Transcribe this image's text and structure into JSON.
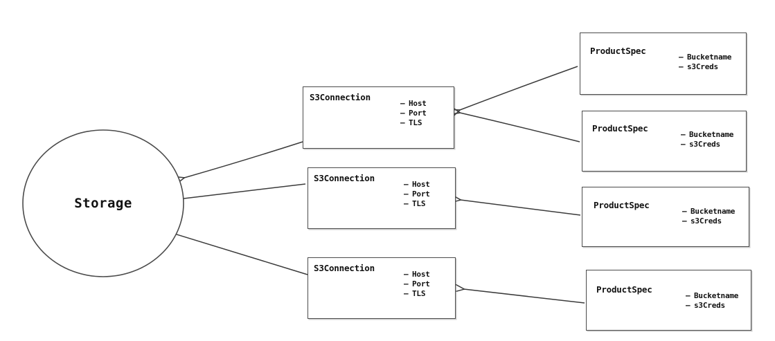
{
  "diagram": {
    "title_text": "Storage",
    "stroke_color": "#4a4a4a",
    "text_color": "#111111",
    "background_color": "#ffffff",
    "nodes": {
      "storage": {
        "label": "Storage",
        "shape": "circle"
      },
      "connections": [
        {
          "title": "S3Connection",
          "attributes": [
            "Host",
            "Port",
            "TLS"
          ]
        },
        {
          "title": "S3Connection",
          "attributes": [
            "Host",
            "Port",
            "TLS"
          ]
        },
        {
          "title": "S3Connection",
          "attributes": [
            "Host",
            "Port",
            "TLS"
          ]
        }
      ],
      "specs": [
        {
          "title": "ProductSpec",
          "attributes": [
            "Bucketname",
            "s3Creds"
          ]
        },
        {
          "title": "ProductSpec",
          "attributes": [
            "Bucketname",
            "s3Creds"
          ]
        },
        {
          "title": "ProductSpec",
          "attributes": [
            "Bucketname",
            "s3Creds"
          ]
        },
        {
          "title": "ProductSpec",
          "attributes": [
            "Bucketname",
            "s3Creds"
          ]
        }
      ]
    },
    "attr_bullet": "–"
  }
}
